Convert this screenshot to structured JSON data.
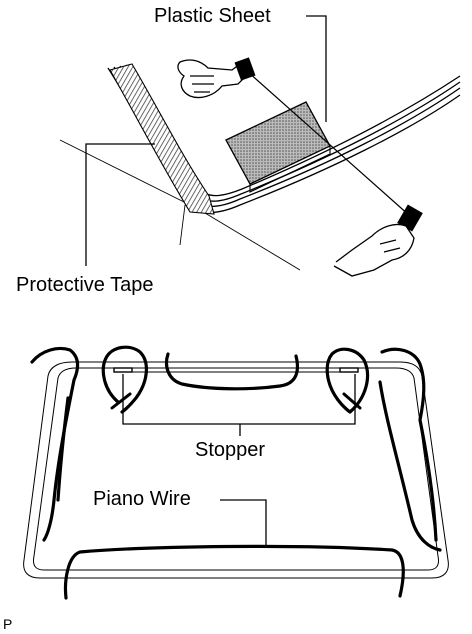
{
  "labels": {
    "plastic_sheet": "Plastic Sheet",
    "protective_tape": "Protective Tape",
    "stopper": "Stopper",
    "piano_wire": "Piano Wire",
    "figure_code": "P"
  },
  "colors": {
    "line": "#000000",
    "background": "#ffffff",
    "hatch": "#555555"
  }
}
